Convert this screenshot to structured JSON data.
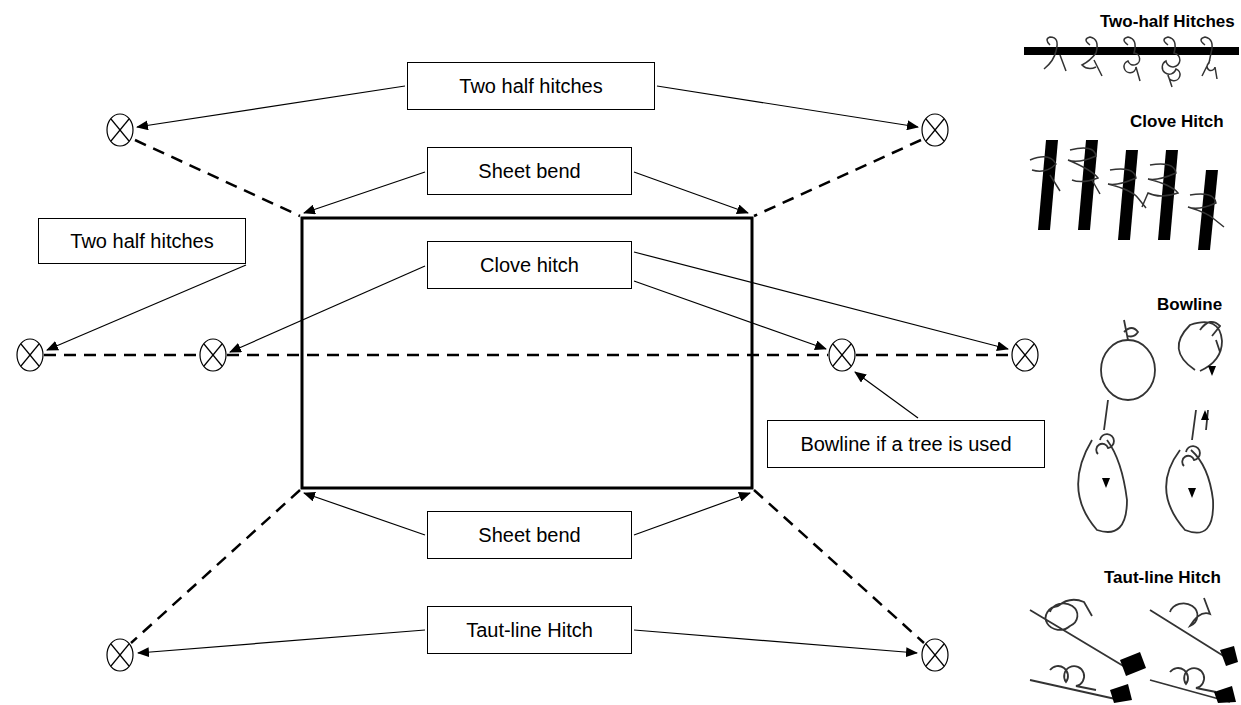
{
  "diagram": {
    "nodes": [
      {
        "text": [
          "Two half hitches"
        ]
      },
      {
        "text": [
          "Sheet bend"
        ]
      },
      {
        "text": [
          "Two half hitches"
        ]
      },
      {
        "text": [
          "Clove hitch"
        ]
      },
      {
        "text": [
          "Bowline if a tree is used"
        ]
      },
      {
        "text": [
          "Sheet bend"
        ]
      },
      {
        "text": [
          "Taut-line Hitch"
        ]
      }
    ],
    "labels": [
      "Two-half Hitches",
      "Clove Hitch",
      "Bowline",
      "Taut-line Hitch"
    ]
  }
}
